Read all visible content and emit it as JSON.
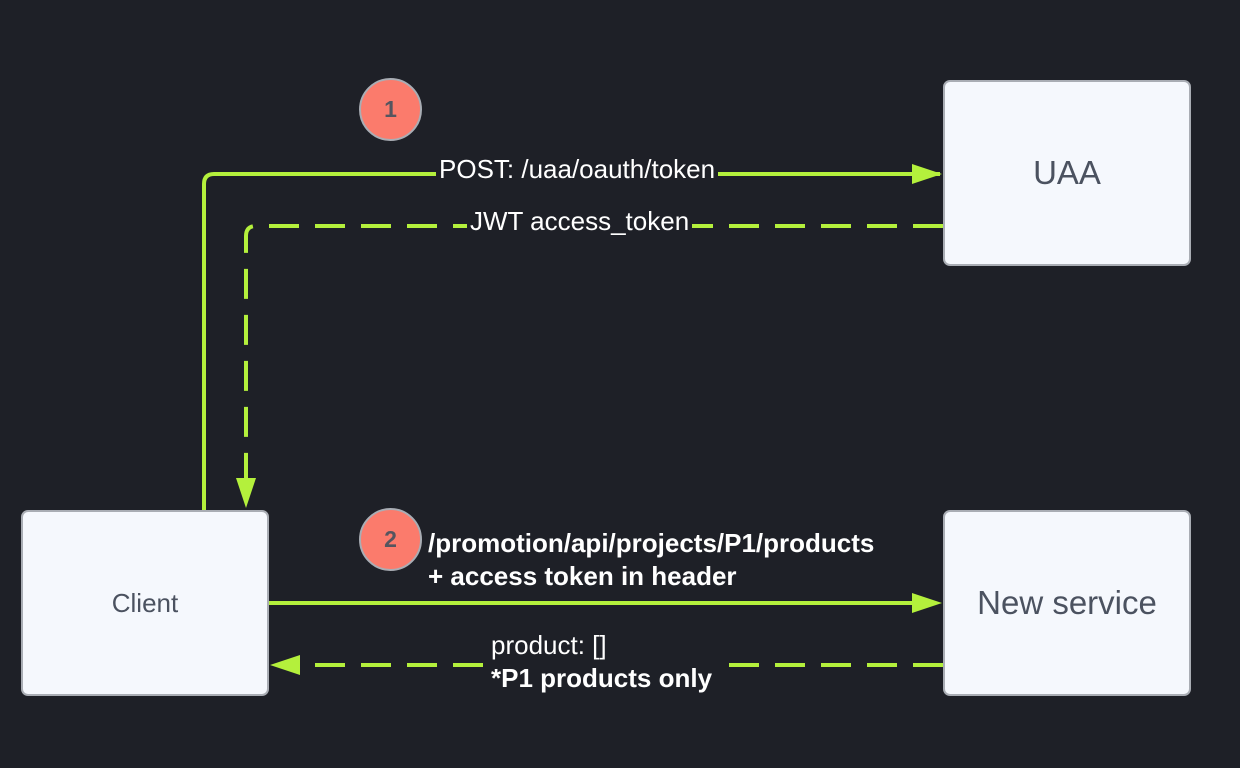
{
  "nodes": {
    "uaa": "UAA",
    "client": "Client",
    "new_service": "New service"
  },
  "steps": {
    "step1": "1",
    "step2": "2"
  },
  "edges": {
    "token_request": "POST: /uaa/oauth/token",
    "token_response": "JWT access_token",
    "service_request_line1": "/promotion/api/projects/P1/products",
    "service_request_line2": "+ access token in header",
    "service_response_line1": "product: []",
    "service_response_line2": "*P1 products only"
  },
  "colors": {
    "background": "#1e2027",
    "connector": "#b4f03c",
    "badge": "#fb7b6c",
    "node_fill": "#f5f8fd",
    "node_border": "#a9adb4"
  }
}
